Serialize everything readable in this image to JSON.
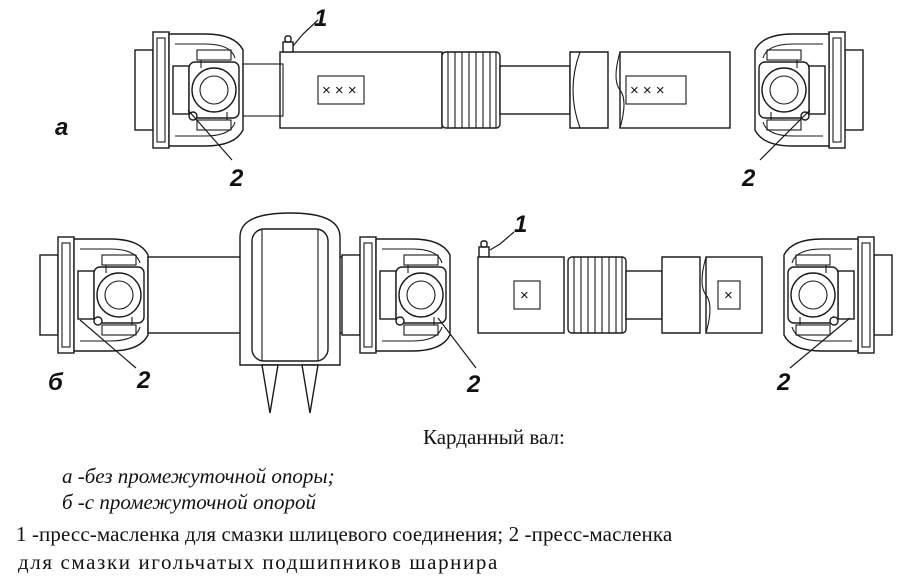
{
  "figure": {
    "variant_a_label": "а",
    "variant_b_label": "б",
    "callout_1": "1",
    "callout_2": "2",
    "shaft_marking_triple": "× × ×",
    "shaft_marking_single": "×"
  },
  "caption": {
    "title": "Карданный вал:",
    "item_a": "а -без промежуточной опоры;",
    "item_b": "б -с промежуточной опорой",
    "legend_line_1": "1 -пресс-масленка для смазки шлицевого соединения; 2 -пресс-масленка",
    "legend_line_2": "для смазки игольчатых подшипников шарнира"
  }
}
